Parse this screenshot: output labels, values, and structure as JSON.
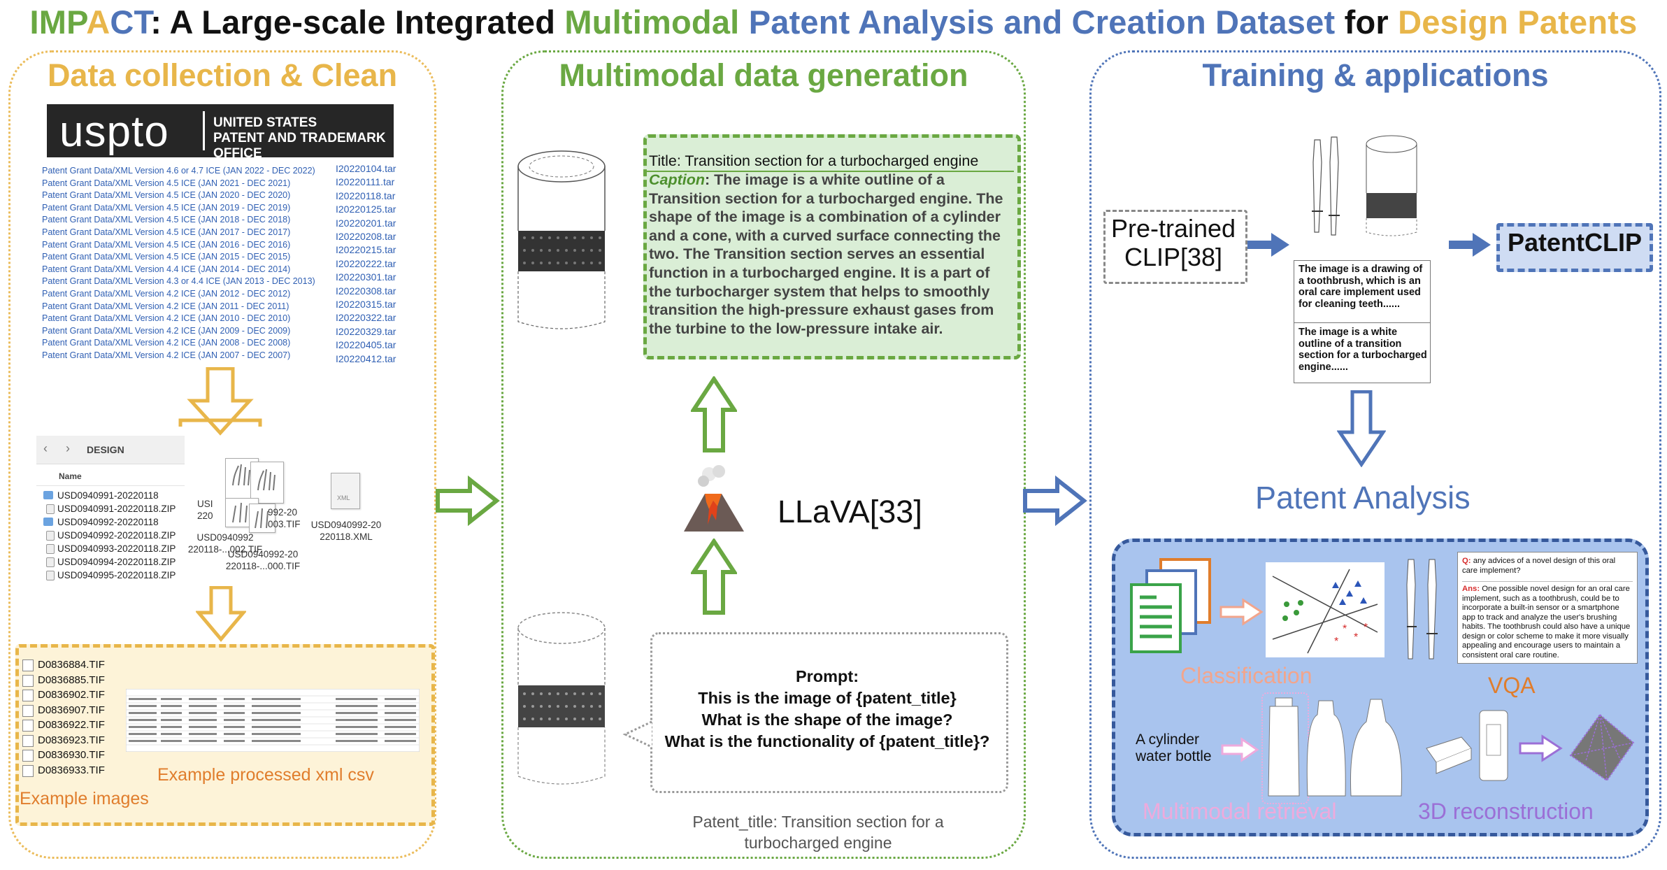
{
  "title": {
    "part1": "IMP",
    "part2": "A",
    "part3": "CT",
    "part4": ": A Large-scale Integrated ",
    "part5": "Multimodal ",
    "part6": "Patent Analysis and Creation Dataset",
    "part7": " for ",
    "part8": "Design Patents"
  },
  "colors": {
    "green": "#6aa842",
    "blue": "#4f74b8",
    "yellow": "#e8b64a",
    "orange": "#e07d2c",
    "pink": "#eeaadc",
    "purple": "#9b6fd6"
  },
  "panel1": {
    "title": "Data collection & Clean",
    "logo_word": "uspto",
    "logo_line1": "UNITED STATES",
    "logo_line2": "PATENT AND TRADEMARK OFFICE",
    "grant_data": [
      "Patent Grant Data/XML Version 4.6 or 4.7 ICE (JAN 2022 - DEC 2022)",
      "Patent Grant Data/XML Version 4.5 ICE (JAN 2021 - DEC 2021)",
      "Patent Grant Data/XML Version 4.5 ICE (JAN 2020 - DEC 2020)",
      "Patent Grant Data/XML Version 4.5 ICE (JAN 2019 - DEC 2019)",
      "Patent Grant Data/XML Version 4.5 ICE (JAN 2018 - DEC 2018)",
      "Patent Grant Data/XML Version 4.5 ICE (JAN 2017 - DEC 2017)",
      "Patent Grant Data/XML Version 4.5 ICE (JAN 2016 - DEC 2016)",
      "Patent Grant Data/XML Version 4.5 ICE (JAN 2015 - DEC 2015)",
      "Patent Grant Data/XML Version 4.4 ICE (JAN 2014 - DEC 2014)",
      "Patent Grant Data/XML Version 4.3 or 4.4 ICE (JAN 2013 - DEC 2013)",
      "Patent Grant Data/XML Version 4.2 ICE (JAN 2012 - DEC 2012)",
      "Patent Grant Data/XML Version 4.2 ICE (JAN 2011 - DEC 2011)",
      "Patent Grant Data/XML Version 4.2 ICE (JAN 2010 - DEC 2010)",
      "Patent Grant Data/XML Version 4.2 ICE (JAN 2009 - DEC 2009)",
      "Patent Grant Data/XML Version 4.2 ICE (JAN 2008 - DEC 2008)",
      "Patent Grant Data/XML Version 4.2 ICE (JAN 2007 - DEC 2007)"
    ],
    "tar_files": [
      "I20220104.tar",
      "I20220111.tar",
      "I20220118.tar",
      "I20220125.tar",
      "I20220201.tar",
      "I20220208.tar",
      "I20220215.tar",
      "I20220222.tar",
      "I20220301.tar",
      "I20220308.tar",
      "I20220315.tar",
      "I20220322.tar",
      "I20220329.tar",
      "I20220405.tar",
      "I20220412.tar"
    ],
    "finder": {
      "folder": "DESIGN",
      "column": "Name",
      "rows": [
        "USD0940991-20220118",
        "USD0940991-20220118.ZIP",
        "USD0940992-20220118",
        "USD0940992-20220118.ZIP",
        "USD0940993-20220118.ZIP",
        "USD0940994-20220118.ZIP",
        "USD0940995-20220118.ZIP"
      ]
    },
    "file_labels": {
      "f1": "USI",
      "f1b": "220",
      "f2": "992-20",
      "f2b": "003.TIF",
      "f3a": "USD0940992",
      "f3b": "220118-...002.TIF",
      "f4a": "USD0940992-20",
      "f4b": "220118-...000.TIF",
      "xml_icon": "XML",
      "xml_a": "USD0940992-20",
      "xml_b": "220118.XML"
    },
    "example_files": [
      "D0836884.TIF",
      "D0836885.TIF",
      "D0836902.TIF",
      "D0836907.TIF",
      "D0836922.TIF",
      "D0836923.TIF",
      "D0836930.TIF",
      "D0836933.TIF"
    ],
    "example_xml_label": "Example processed xml csv",
    "example_images_label": "Example images"
  },
  "panel2": {
    "title": "Multimodal data generation",
    "gen_title_label": "Title:",
    "gen_title": " Transition section for a turbocharged engine",
    "caption_label": "Caption",
    "caption": ": The image is a white outline of a Transition section for a turbocharged engine. The shape of the image is a combination of a cylinder and a cone, with a curved surface connecting the two. The Transition section serves an essential function in a turbocharged engine. It is a part of the turbocharger system that helps to smoothly transition the high-pressure exhaust gases from the turbine to the low-pressure intake air.",
    "model": "LLaVA[33]",
    "prompt_lines": [
      "Prompt:",
      "This is the image of {patent_title}",
      "What is the shape of the image?",
      "What is the functionality of {patent_title}?"
    ],
    "patent_title_caption_1": "Patent_title: Transition section for a",
    "patent_title_caption_2": "turbocharged engine"
  },
  "panel3": {
    "title": "Training & applications",
    "pretrained_1": "Pre-trained",
    "pretrained_2": "CLIP[38]",
    "patentclip": "PatentCLIP",
    "desc1": "The image is a drawing of a toothbrush, which is an oral care implement used for cleaning teeth......",
    "desc2": "The image is a white outline of a transition section for a turbocharged engine......",
    "analysis": "Patent Analysis",
    "classification": "Classification",
    "vqa": "VQA",
    "vqa_q_label": "Q:",
    "vqa_q": " any advices of a novel design of this oral care implement?",
    "vqa_a_label": "Ans:",
    "vqa_a": " One possible novel design for an oral care implement, such as a toothbrush, could be to incorporate a built-in sensor or a smartphone app to track and analyze the user's brushing habits. The toothbrush could also have a unique design or color scheme to make it more visually appealing and encourage users to maintain a consistent oral care routine.",
    "retrieval_query_1": "A cylinder",
    "retrieval_query_2": "water bottle",
    "retrieval": "Multimodal retrieval",
    "reconstruction": "3D reconstruction"
  }
}
